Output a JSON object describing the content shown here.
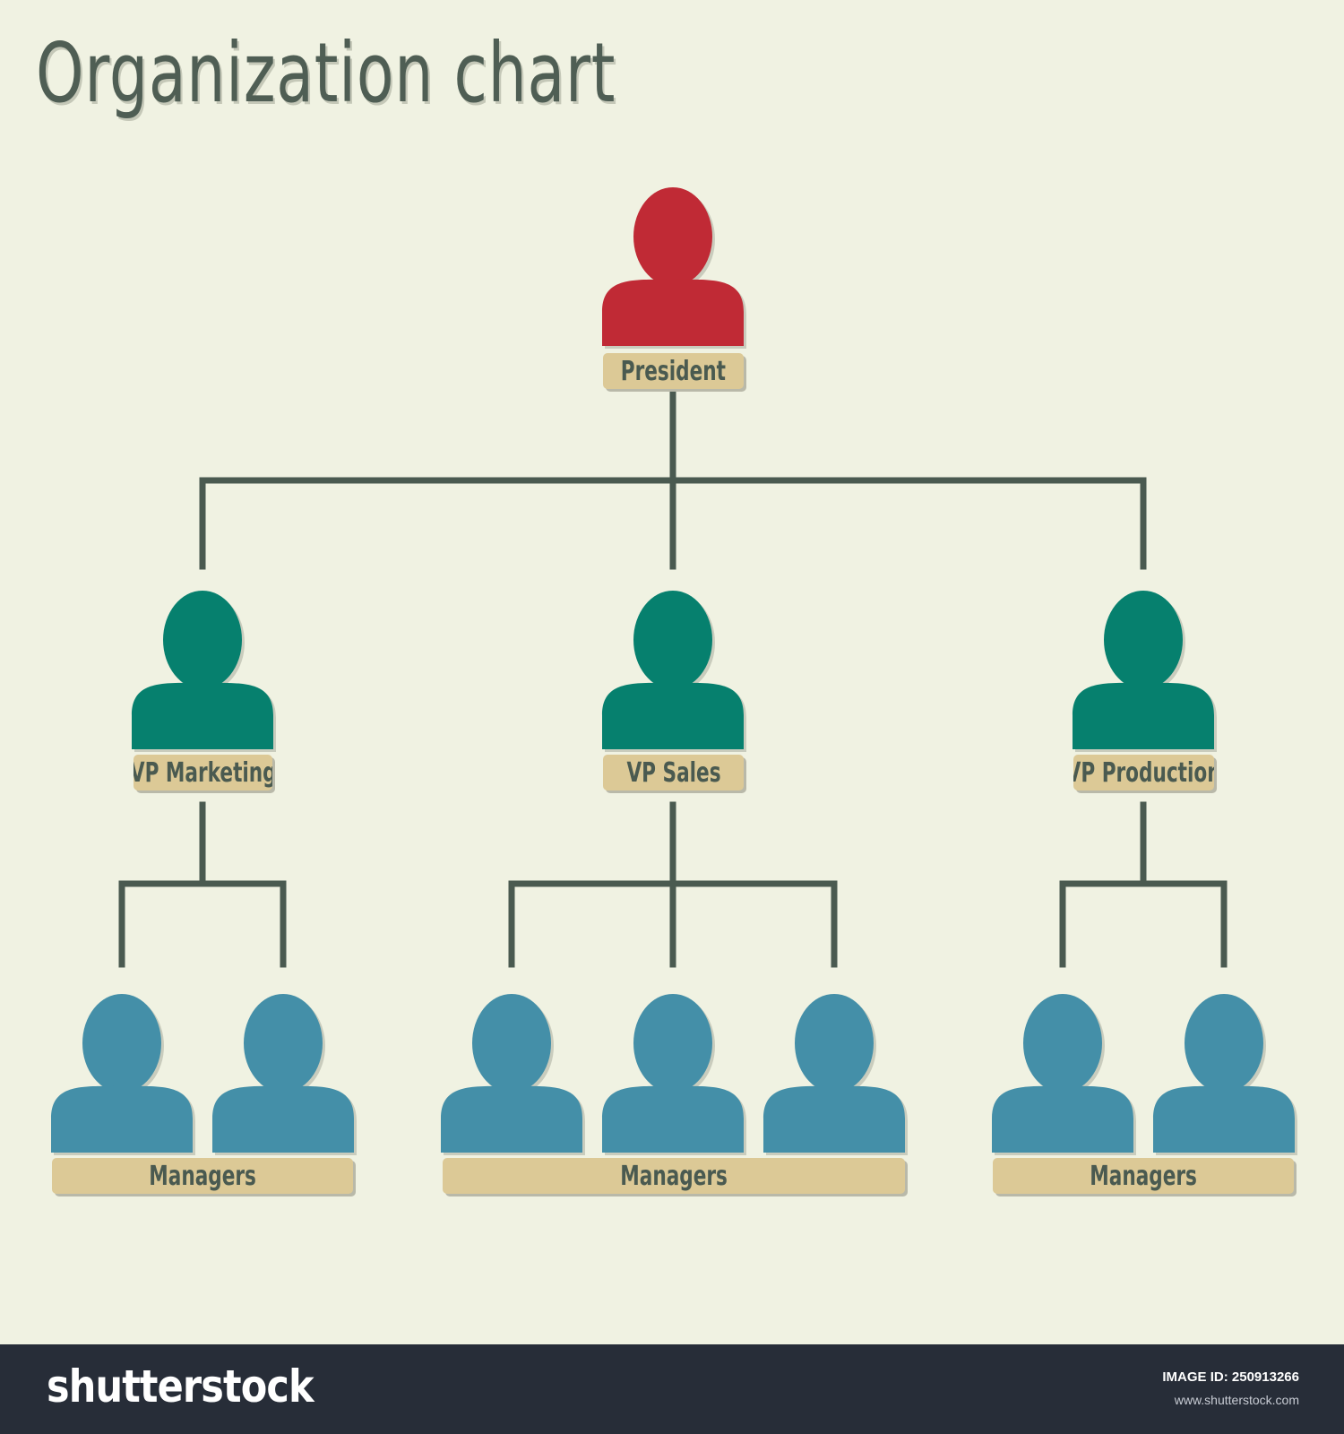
{
  "title": "Organization chart",
  "colors": {
    "background": "#f0f2e2",
    "president": "#c02a35",
    "vp": "#06806e",
    "manager": "#448fa8",
    "label_bg": "#dcc996",
    "connector": "#4a5a50"
  },
  "president": {
    "label": "President",
    "icon": "person-icon"
  },
  "vps": [
    {
      "label": "VP Marketing",
      "icon": "person-icon"
    },
    {
      "label": "VP Sales",
      "icon": "person-icon"
    },
    {
      "label": "VP Production",
      "icon": "person-icon"
    }
  ],
  "manager_groups": [
    {
      "label": "Managers",
      "count": 2
    },
    {
      "label": "Managers",
      "count": 3
    },
    {
      "label": "Managers",
      "count": 2
    }
  ],
  "footer": {
    "brand": "shutterstock",
    "image_id_label": "IMAGE ID:",
    "image_id": "250913266",
    "site": "www.shutterstock.com"
  }
}
